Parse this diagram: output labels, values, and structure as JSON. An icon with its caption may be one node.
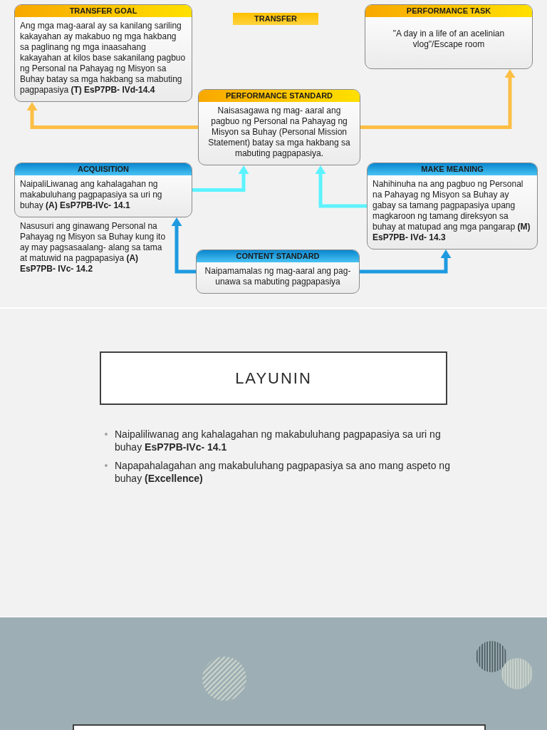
{
  "diagram": {
    "nodes": [
      {
        "text": [
          "TRANSFER GOAL",
          "Ang mga mag-aaral ay sa kanilang sariling kakayahan ay makabuo ng mga hakbang sa paglinang ng mga inaasahang kakayahan at kilos base sakanilang pagbuo ng Personal na Pahayag ng Misyon sa Buhay batay sa mga hakbang sa mabuting pagpapasiya **(T) EsP7PB- IVd-14.4**"
        ]
      },
      {
        "text": [
          "TRANSFER"
        ]
      },
      {
        "text": [
          "PERFORMANCE TASK",
          "\"A day in a life of an acelinian vlog\"/Escape room"
        ]
      },
      {
        "text": [
          "PERFORMANCE STANDARD",
          "Naisasagawa ng mag- aaral ang pagbuo ng Personal na Pahayag ng Misyon sa Buhay (Personal Mission Statement) batay sa mga hakbang sa mabuting pagpapasiya."
        ]
      },
      {
        "text": [
          "ACQUISITION",
          "NaipaliLiwanag ang kahalagahan ng makabuluhang pagpapasiya sa uri ng buhay **(A) EsP7PB-IVc- 14.1**"
        ],
        "beside": [
          "Nasusuri ang ginawang Personal na Pahayag ng Misyon sa Buhay kung ito ay may pagsasaalang- alang sa tama at matuwid na pagpapasiya **(A) EsP7PB- IVc- 14.2**"
        ]
      },
      {
        "text": [
          "MAKE MEANING",
          "Nahihinuha na ang pagbuo ng Personal na Pahayag ng Misyon sa Buhay ay gabay sa tamang pagpapasiya upang magkaroon ng tamang direksyon sa buhay at matupad ang mga pangarap **(M) EsP7PB- IVd- 14.3**"
        ]
      },
      {
        "text": [
          "CONTENT STANDARD",
          "Naipamamalas ng mag-aaral ang pag- unawa sa mabuting pagpapasiya"
        ]
      },
      {
        "text": [
          "LAYUNIN"
        ]
      },
      {
        "text": [],
        "shape": "box"
      }
    ],
    "edges": [
      {
        "from": 3,
        "to": 0,
        "arrow": "to",
        "color": "#fcbf45"
      },
      {
        "from": 3,
        "to": 2,
        "arrow": "to",
        "color": "#fcbf45"
      },
      {
        "from": 4,
        "to": 3,
        "arrow": "to",
        "color": "#5cf3ff"
      },
      {
        "from": 5,
        "to": 3,
        "arrow": "to",
        "color": "#5cf3ff"
      },
      {
        "from": 6,
        "to": 4,
        "arrow": "to",
        "color": "#1e9ae0"
      },
      {
        "from": 6,
        "to": 5,
        "arrow": "to",
        "color": "#1e9ae0"
      }
    ],
    "labels": [
      "Naipaliliwanag ang kahalagahan ng makabuluhang pagpapasiya sa uri ng buhay **EsP7PB-IVc- 14.1**",
      "Napapahalagahan ang makabuluhang pagpapasiya sa ano mang aspeto ng buhay **(Excellence)**"
    ]
  }
}
